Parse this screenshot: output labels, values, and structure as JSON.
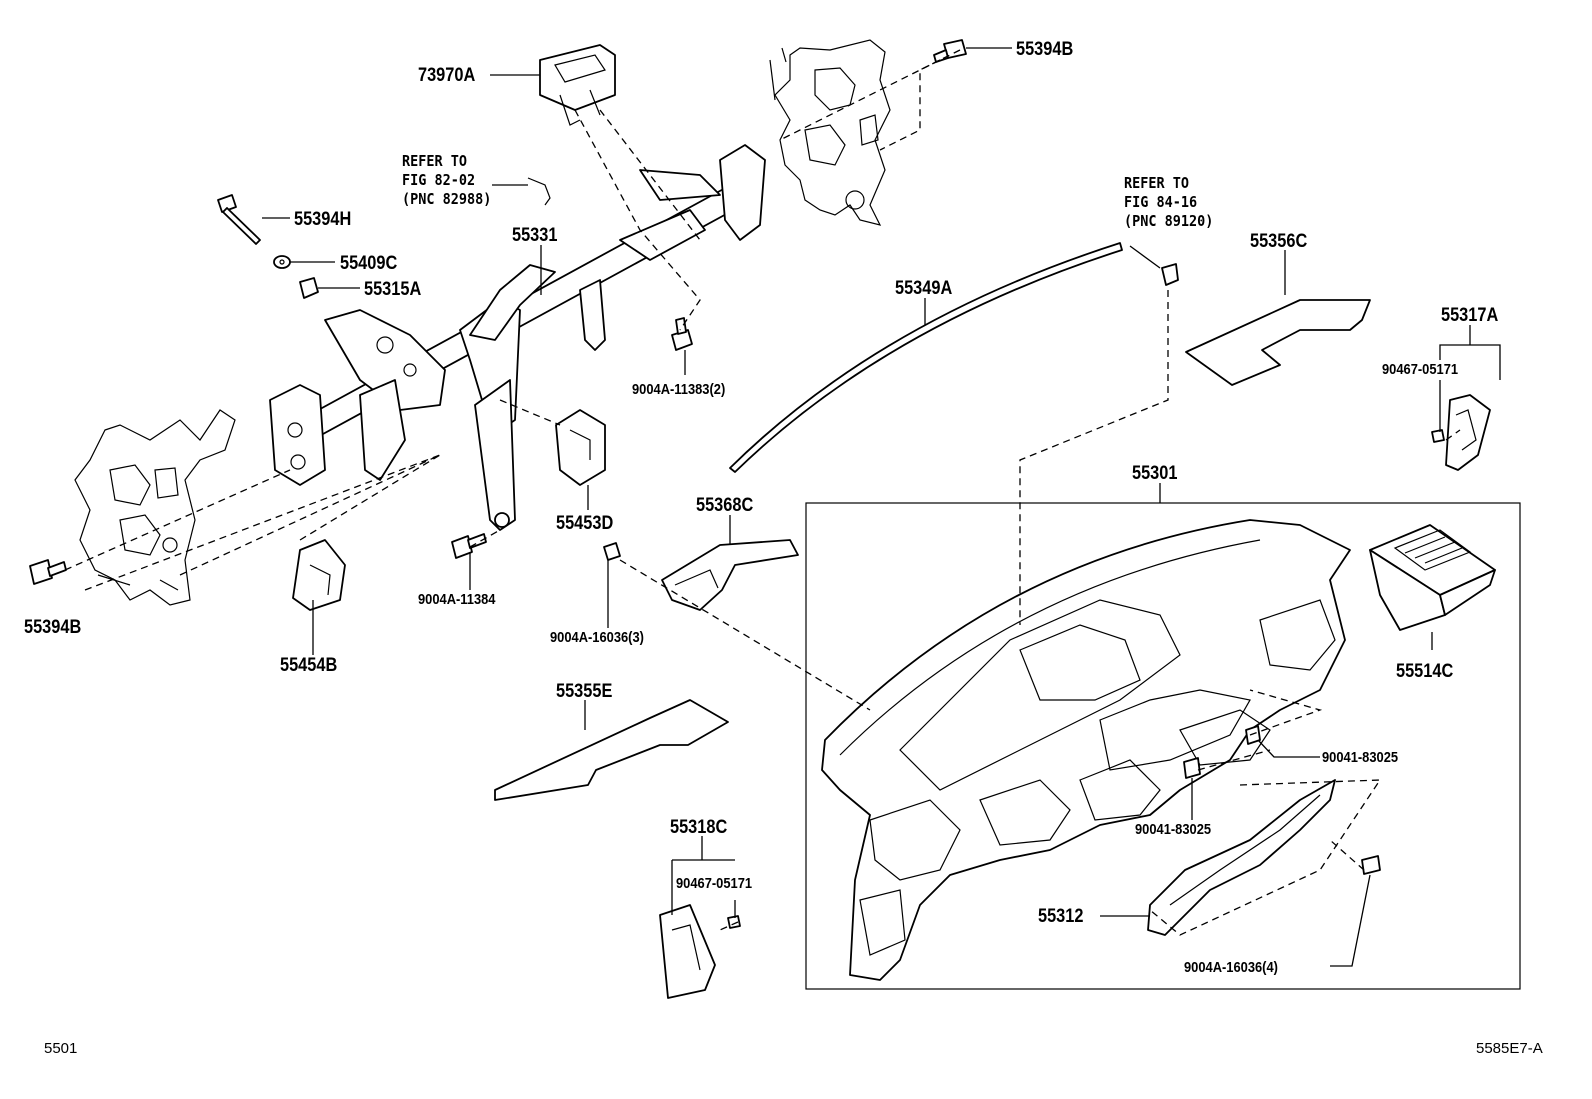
{
  "labels": {
    "p73970A": "73970A",
    "p55394B_top": "55394B",
    "p55394H": "55394H",
    "p55409C": "55409C",
    "p55315A": "55315A",
    "p55331": "55331",
    "p9004A_11383": "9004A-11383(2)",
    "p55349A": "55349A",
    "p55356C": "55356C",
    "p55317A": "55317A",
    "p90467_05171_right": "90467-05171",
    "p55301": "55301",
    "p55514C": "55514C",
    "p55453D": "55453D",
    "p55368C": "55368C",
    "p9004A_11384": "9004A-11384",
    "p9004A_16036_3": "9004A-16036(3)",
    "p55394B_left": "55394B",
    "p55454B": "55454B",
    "p55355E": "55355E",
    "p55318C": "55318C",
    "p90467_05171_left": "90467-05171",
    "p90041_83025_right": "90041-83025",
    "p90041_83025_mid": "90041-83025",
    "p55312": "55312",
    "p9004A_16036_4": "9004A-16036(4)"
  },
  "refs": {
    "ref1_line1": "REFER TO",
    "ref1_line2": "FIG 82-02",
    "ref1_line3": "(PNC 82988)",
    "ref2_line1": "REFER TO",
    "ref2_line2": "FIG 84-16",
    "ref2_line3": "(PNC 89120)"
  },
  "footer": {
    "left_code": "5501",
    "right_code": "5585E7-A"
  }
}
